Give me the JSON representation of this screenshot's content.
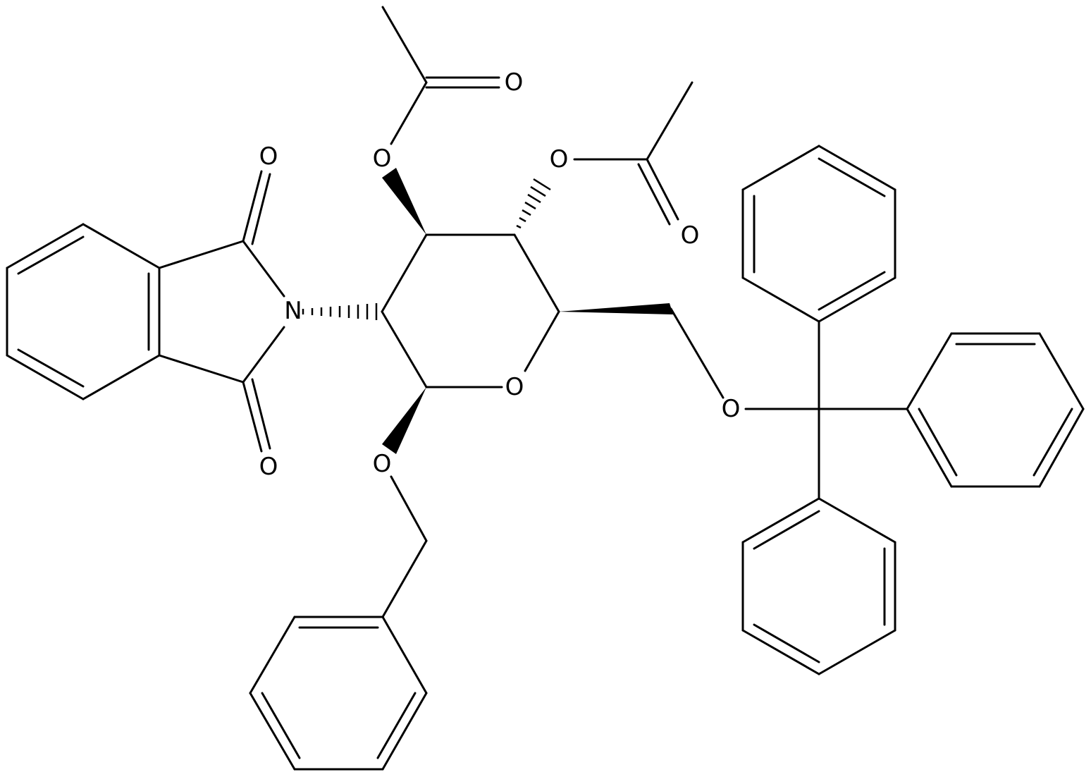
{
  "diagram": {
    "type": "chemical-structure",
    "atom_labels": {
      "n_phthalimide": "N",
      "o_phth_top": "O",
      "o_phth_bottom": "O",
      "o_ring": "O",
      "o_anomeric": "O",
      "o_acetyl3_ester": "O",
      "o_acetyl3_carbonyl": "O",
      "o_acetyl4_ester": "O",
      "o_acetyl4_carbonyl": "O",
      "o_trityl": "O"
    },
    "colors": {
      "bond": "#000000",
      "background": "#ffffff",
      "text": "#000000"
    }
  }
}
